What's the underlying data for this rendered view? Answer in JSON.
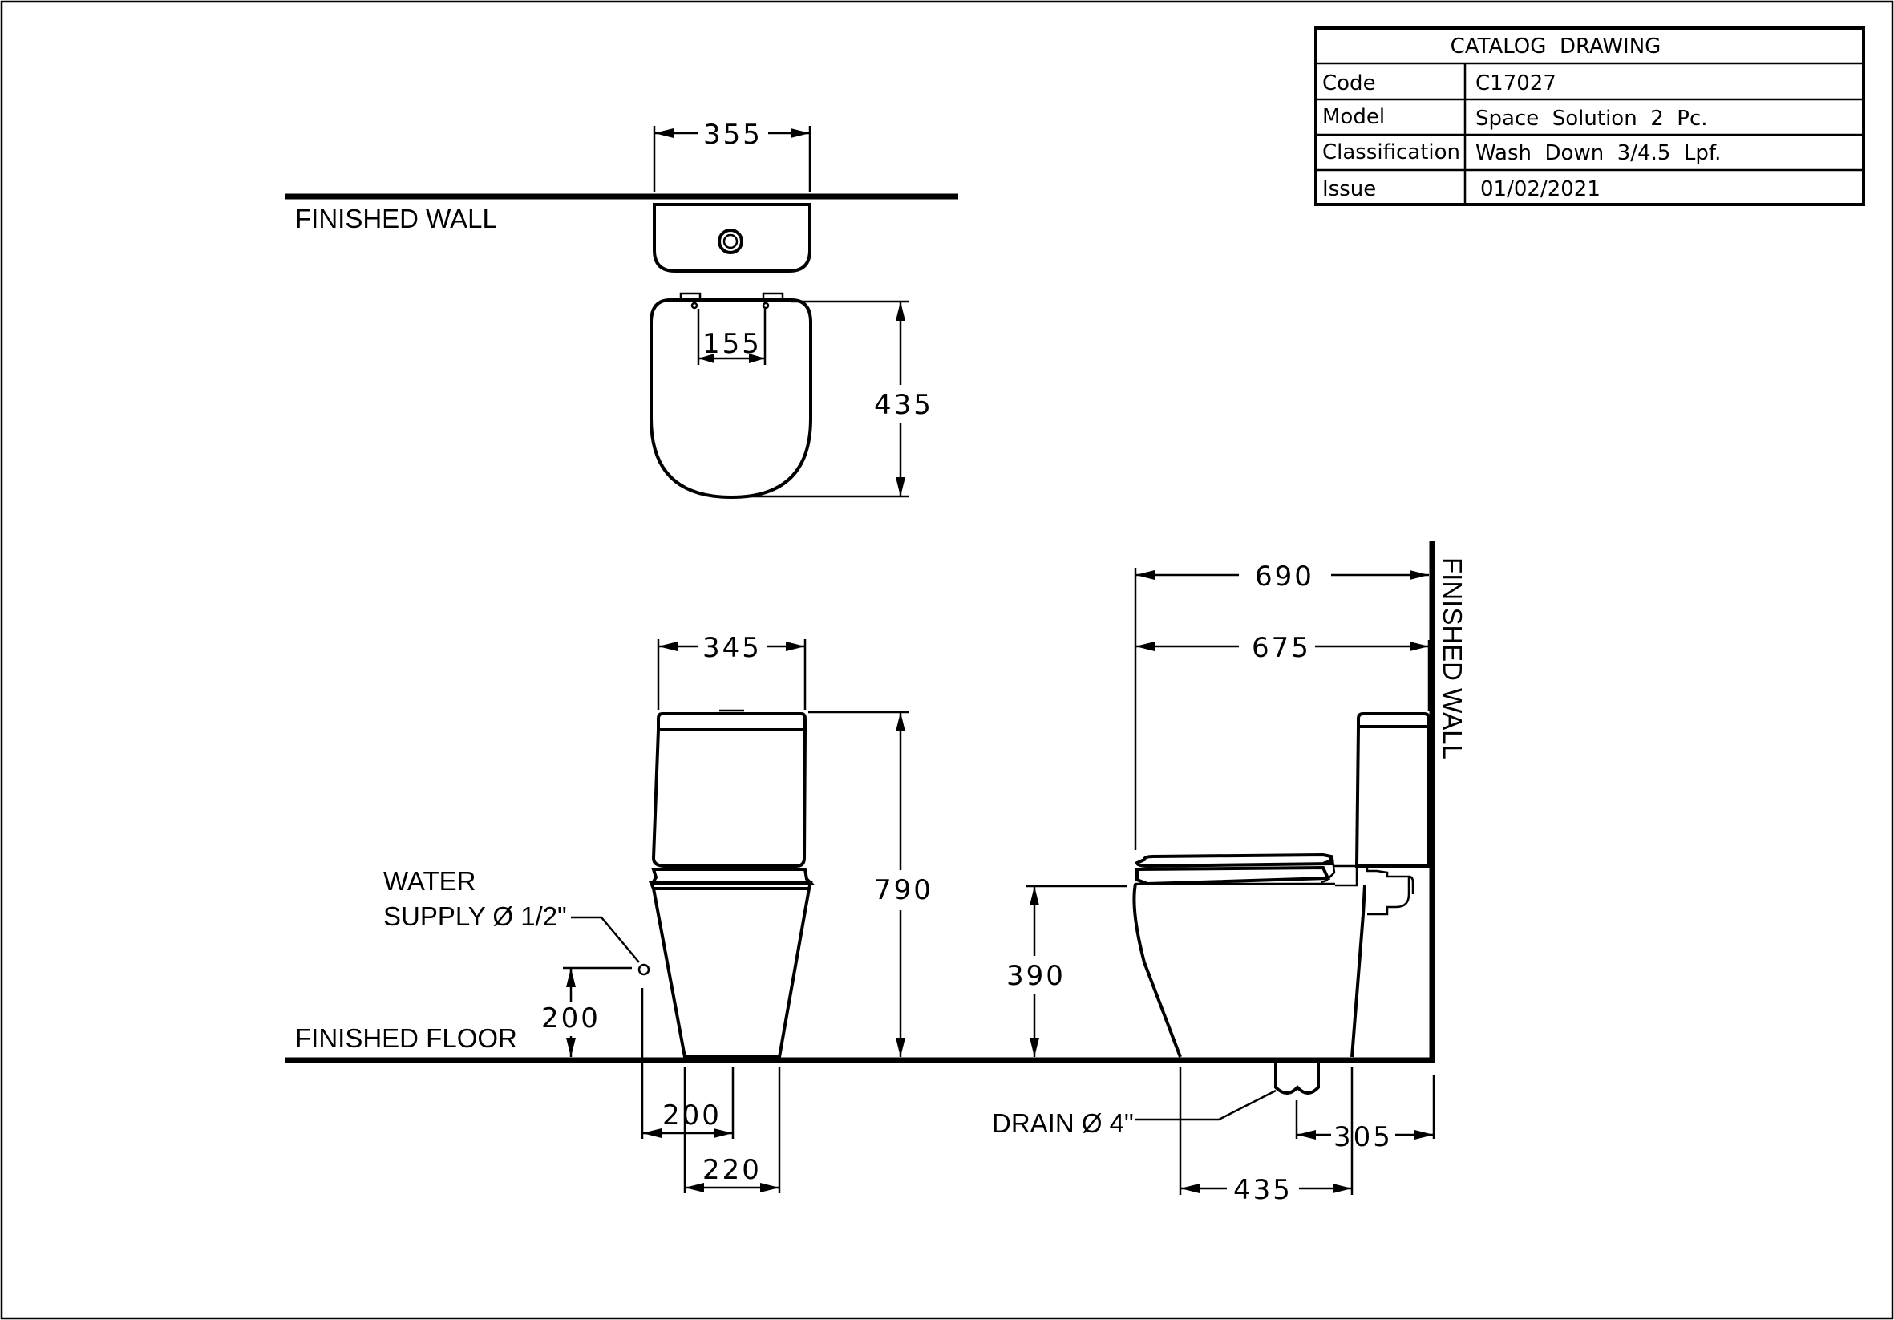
{
  "title_block": {
    "header": "CATALOG  DRAWING",
    "rows": [
      {
        "label": "Code",
        "value": "C17027"
      },
      {
        "label": "Model",
        "value": "Space  Solution  2  Pc."
      },
      {
        "label": "Classification",
        "value": "Wash  Down  3/4.5  Lpf."
      },
      {
        "label": "Issue",
        "value": "01/02/2021"
      }
    ]
  },
  "labels": {
    "finished_wall_top": "FINISHED WALL",
    "finished_wall_right": "FINISHED WALL",
    "finished_floor": "FINISHED FLOOR",
    "water_supply_line1": "WATER",
    "water_supply_line2": "SUPPLY Ø 1/2\"",
    "drain": "DRAIN Ø 4\""
  },
  "dimensions": {
    "top_width": "355",
    "hinge_spacing": "155",
    "top_depth": "435",
    "front_width": "345",
    "front_height": "790",
    "supply_height": "200",
    "supply_offset": "200",
    "base_width": "220",
    "side_overall": "690",
    "side_body": "675",
    "seat_height": "390",
    "drain_offset": "305",
    "base_depth": "435"
  }
}
